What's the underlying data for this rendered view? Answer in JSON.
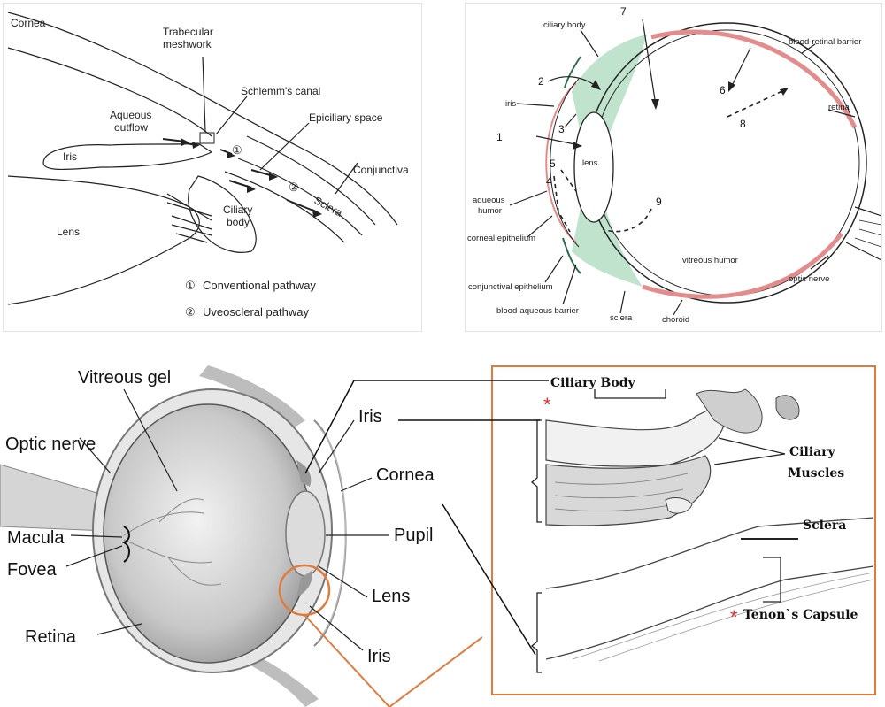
{
  "panel_outflow": {
    "labels": {
      "cornea": "Cornea",
      "trabecular_1": "Trabecular",
      "trabecular_2": "meshwork",
      "schlemm": "Schlemm's canal",
      "aqueous_1": "Aqueous",
      "aqueous_2": "outflow",
      "epiciliary": "Epiciliary space",
      "iris": "Iris",
      "conjunctiva": "Conjunctiva",
      "sclera": "Sclera",
      "ciliary_1": "Ciliary",
      "ciliary_2": "body",
      "lens": "Lens",
      "marker_1": "①",
      "marker_2": "②"
    },
    "legend": [
      {
        "marker": "①",
        "text": "Conventional pathway"
      },
      {
        "marker": "②",
        "text": "Uveoscleral pathway"
      }
    ]
  },
  "panel_barriers": {
    "labels": {
      "ciliary_body": "ciliary body",
      "blood_retinal": "blood-retinal barrier",
      "retina": "retina",
      "iris": "iris",
      "lens": "lens",
      "aqueous_1": "aqueous",
      "aqueous_2": "humor",
      "corneal_epi": "corneal epithelium",
      "conj_epi": "conjunctival epithelium",
      "blood_aqueous": "blood-aqueous barrier",
      "sclera": "sclera",
      "choroid": "choroid",
      "vitreous": "vitreous humor",
      "optic_nerve": "optic nerve"
    },
    "numbers": [
      "1",
      "2",
      "3",
      "4",
      "5",
      "6",
      "7",
      "8",
      "9"
    ],
    "colors": {
      "green": "#bfe3cc",
      "red": "#e48b8b"
    }
  },
  "panel_anatomy": {
    "labels": {
      "vitreous_gel": "Vitreous gel",
      "optic_nerve": "Optic nerve",
      "macula": "Macula",
      "fovea": "Fovea",
      "retina": "Retina",
      "iris_top": "Iris",
      "cornea": "Cornea",
      "pupil": "Pupil",
      "lens": "Lens",
      "iris_bottom": "Iris"
    }
  },
  "panel_detail": {
    "labels": {
      "ciliary_body": "Ciliary Body",
      "ciliary_muscles_1": "Ciliary",
      "ciliary_muscles_2": "Muscles",
      "sclera": "Sclera",
      "tenon": "Tenon`s Capsule",
      "asterisk": "*"
    },
    "colors": {
      "frame": "#e07b3c",
      "asterisk": "#d9302c"
    }
  }
}
